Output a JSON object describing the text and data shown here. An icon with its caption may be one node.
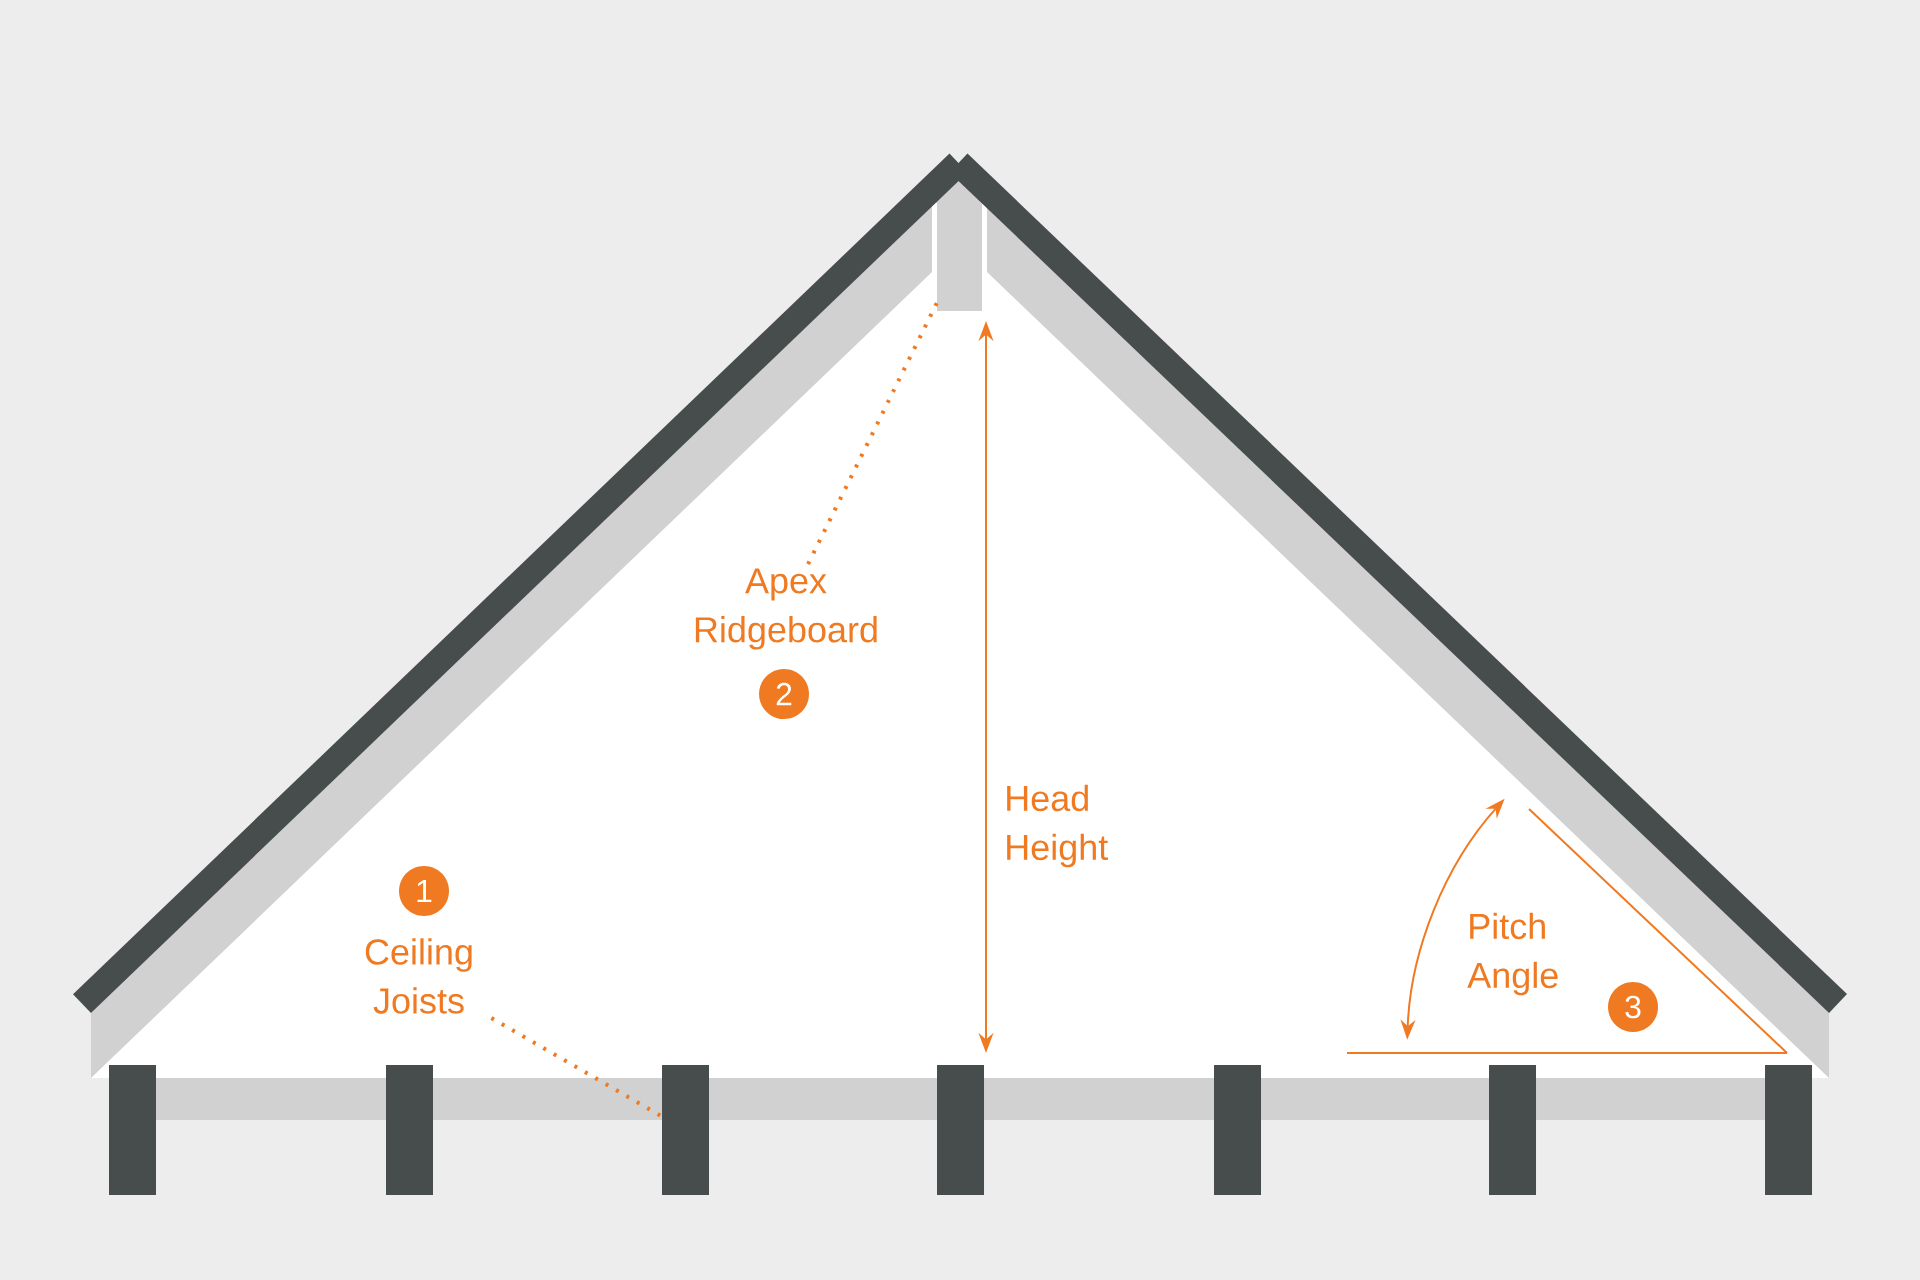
{
  "diagram": {
    "nodes": [
      {
        "text": [],
        "shape": "box"
      },
      {
        "text": [
          "Apex Ridgeboard"
        ]
      },
      {
        "text": [
          "2"
        ]
      },
      {
        "text": [
          "1"
        ]
      },
      {
        "text": [
          "Ceiling Joists"
        ]
      },
      {
        "text": [],
        "shape": "bar"
      },
      {
        "text": [],
        "shape": "bar"
      },
      {
        "text": [],
        "shape": "bar"
      },
      {
        "text": [],
        "shape": "bar"
      },
      {
        "text": [],
        "shape": "bar"
      },
      {
        "text": [],
        "shape": "bar"
      },
      {
        "text": [],
        "shape": "bar"
      },
      {
        "text": [
          "3"
        ]
      }
    ],
    "edges": [
      {
        "from": 1,
        "to": 0,
        "arrow": "none",
        "style": "dashed"
      },
      {
        "from": 4,
        "to": 7,
        "arrow": "none",
        "style": "dashed"
      }
    ],
    "labels": [
      "Head Height",
      "Pitch Angle"
    ]
  }
}
